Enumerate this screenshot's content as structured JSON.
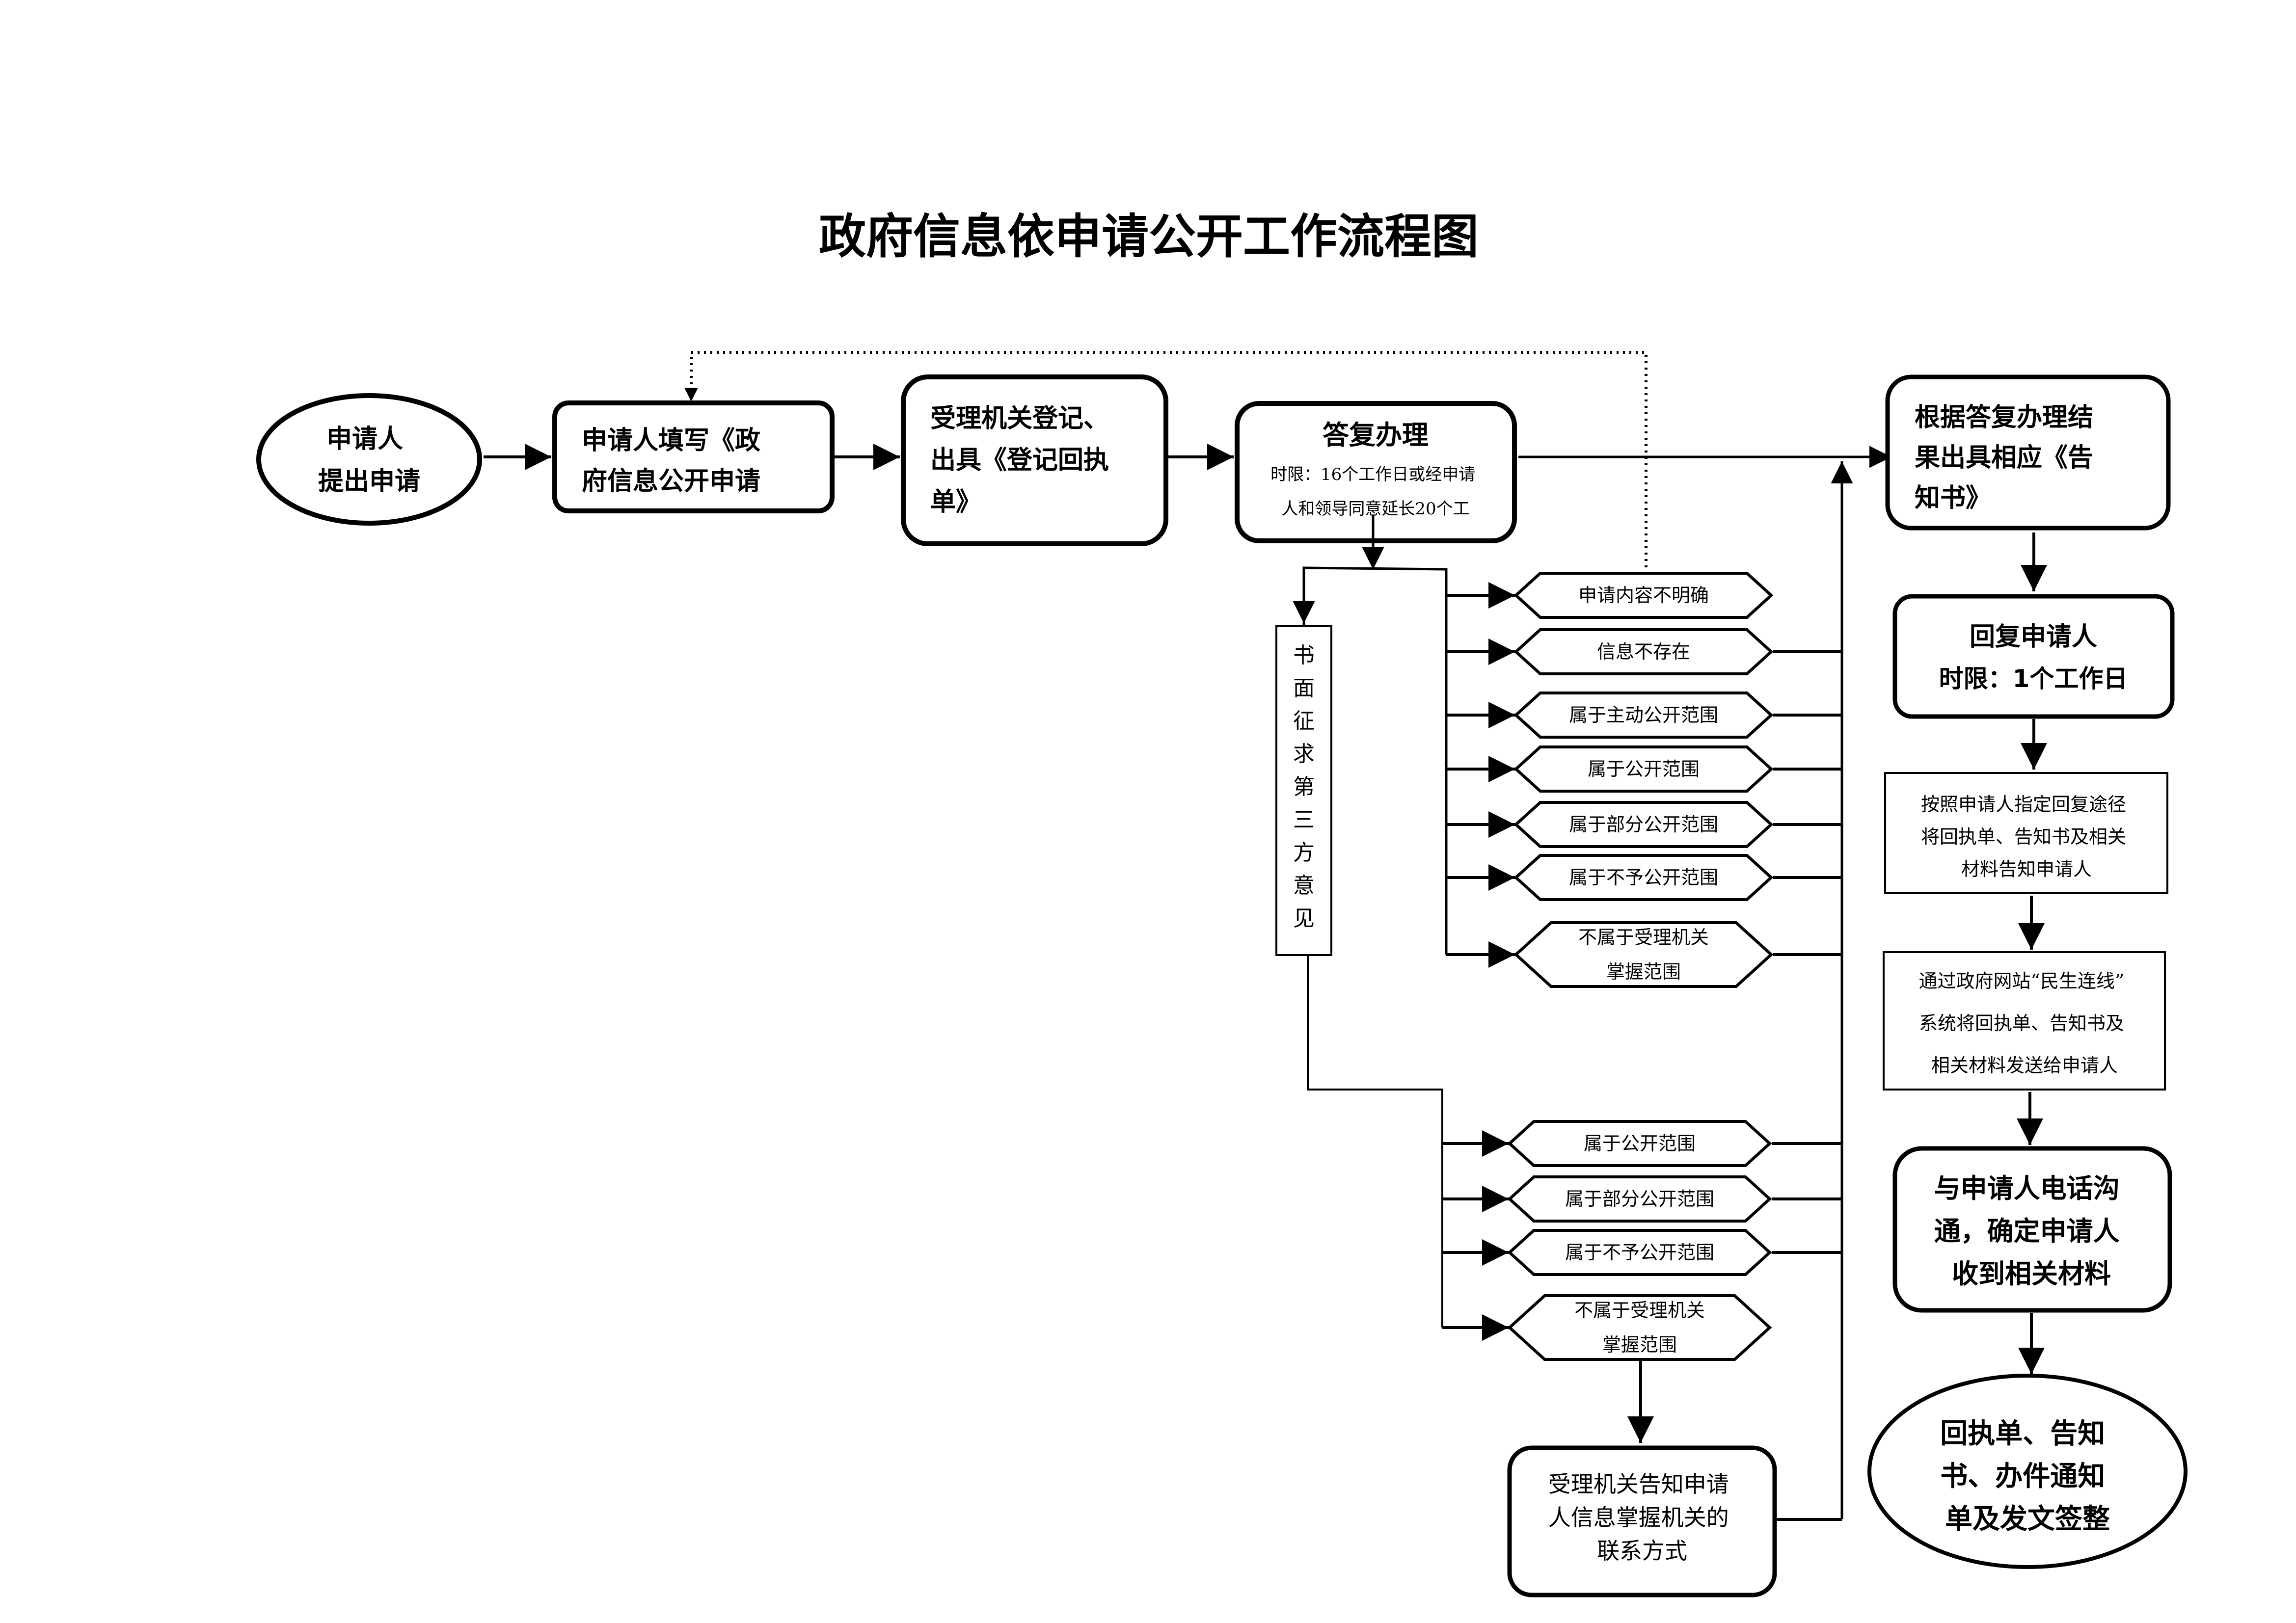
{
  "title": "政府信息依申请公开工作流程图",
  "nodes": {
    "start": [
      "申请人",
      "提出申请"
    ],
    "fill_form": [
      "申请人填写《政",
      "府信息公开申请"
    ],
    "register": [
      "受理机关登记、",
      "出具《登记回执",
      "单》"
    ],
    "reply": {
      "title": "答复办理",
      "limit": [
        "时限：16个工作日或经申请",
        "人和领导同意延长20个工"
      ]
    },
    "third_party": [
      "书",
      "面",
      "征",
      "求",
      "第",
      "三",
      "方",
      "意",
      "见"
    ],
    "issue_notice": [
      "根据答复办理结",
      "果出具相应《告",
      "知书》"
    ],
    "reply_applicant": [
      "回复申请人",
      "时限：1个工作日"
    ],
    "notify_route": [
      "按照申请人指定回复途径",
      "将回执单、告知书及相关",
      "材料告知申请人"
    ],
    "website": [
      "通过政府网站“民生连线”",
      "系统将回执单、告知书及",
      "相关材料发送给申请人"
    ],
    "phone": [
      "与申请人电话沟",
      "通，确定申请人",
      "收到相关材料"
    ],
    "end": [
      "回执单、告知",
      "书、办件通知",
      "单及发文签整"
    ],
    "inform_contact": [
      "受理机关告知申请",
      "人信息掌握机关的",
      "联系方式"
    ]
  },
  "decisions_upper": [
    [
      "申请内容不明确"
    ],
    [
      "信息不存在"
    ],
    [
      "属于主动公开范围"
    ],
    [
      "属于公开范围"
    ],
    [
      "属于部分公开范围"
    ],
    [
      "属于不予公开范围"
    ],
    [
      "不属于受理机关",
      "掌握范围"
    ]
  ],
  "decisions_lower": [
    [
      "属于公开范围"
    ],
    [
      "属于部分公开范围"
    ],
    [
      "属于不予公开范围"
    ],
    [
      "不属于受理机关",
      "掌握范围"
    ]
  ]
}
